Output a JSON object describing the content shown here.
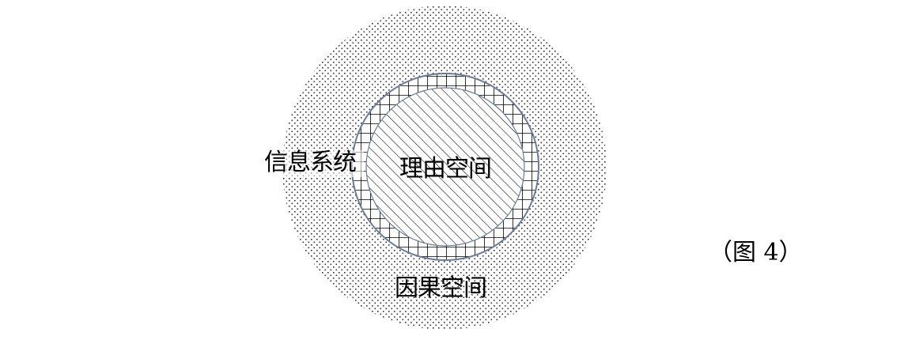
{
  "diagram": {
    "outer_label": "信息系统",
    "inner_label": "理由空间",
    "bottom_label": "因果空间",
    "caption": "（图 4）"
  },
  "colors": {
    "outer_dots": "#333333",
    "grid_lines": "#000000",
    "inner_hatch": "#000000",
    "boundary": "#6b7a99",
    "text": "#000000"
  }
}
